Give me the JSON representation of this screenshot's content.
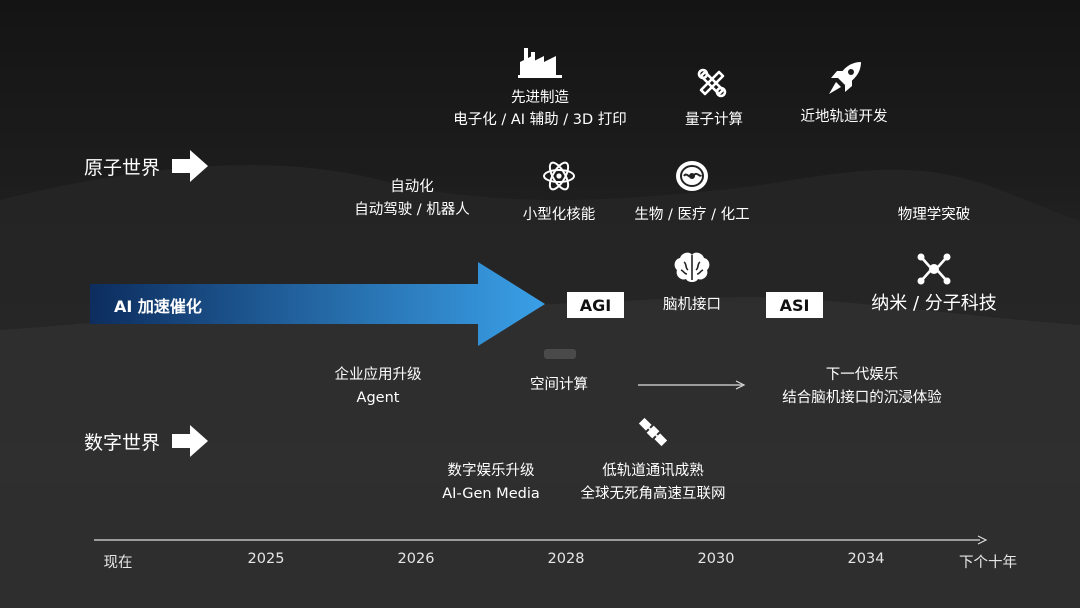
{
  "worlds": {
    "atom": "原子世界",
    "digital": "数字世界"
  },
  "atom_items": {
    "manufacturing": {
      "title": "先进制造",
      "sub": "电子化 / AI 辅助 / 3D 打印",
      "icon": "factory-icon"
    },
    "quantum": {
      "title": "量子计算",
      "icon": "quantum-knot-icon"
    },
    "space": {
      "title": "近地轨道开发",
      "icon": "rocket-icon"
    },
    "automation": {
      "title": "自动化",
      "sub": "自动驾驶 / 机器人"
    },
    "nuclear": {
      "title": "小型化核能",
      "icon": "atom-icon"
    },
    "bio": {
      "title": "生物 / 医疗 / 化工",
      "icon": "cell-icon"
    },
    "physics": {
      "title": "物理学突破"
    }
  },
  "center": {
    "ai_label": "AI 加速催化",
    "agi": "AGI",
    "bci": "脑机接口",
    "asi": "ASI",
    "nano": "纳米 / 分子科技"
  },
  "digital_items": {
    "enterprise": {
      "title": "企业应用升级",
      "sub": "Agent"
    },
    "spatial": {
      "title": "空间计算",
      "icon": "vr-headset-icon"
    },
    "next_ent": {
      "title": "下一代娱乐",
      "sub": "结合脑机接口的沉浸体验"
    },
    "digital_ent": {
      "title": "数字娱乐升级",
      "sub": "AI-Gen Media"
    },
    "satellite": {
      "title": "低轨道通讯成熟",
      "sub": "全球无死角高速互联网",
      "icon": "satellite-icon"
    }
  },
  "timeline": [
    "现在",
    "2025",
    "2026",
    "2028",
    "2030",
    "2034",
    "下个十年"
  ],
  "colors": {
    "arrow_start": "#0d2d5e",
    "arrow_end": "#3aa0e8",
    "background": "#1a1a1a"
  }
}
